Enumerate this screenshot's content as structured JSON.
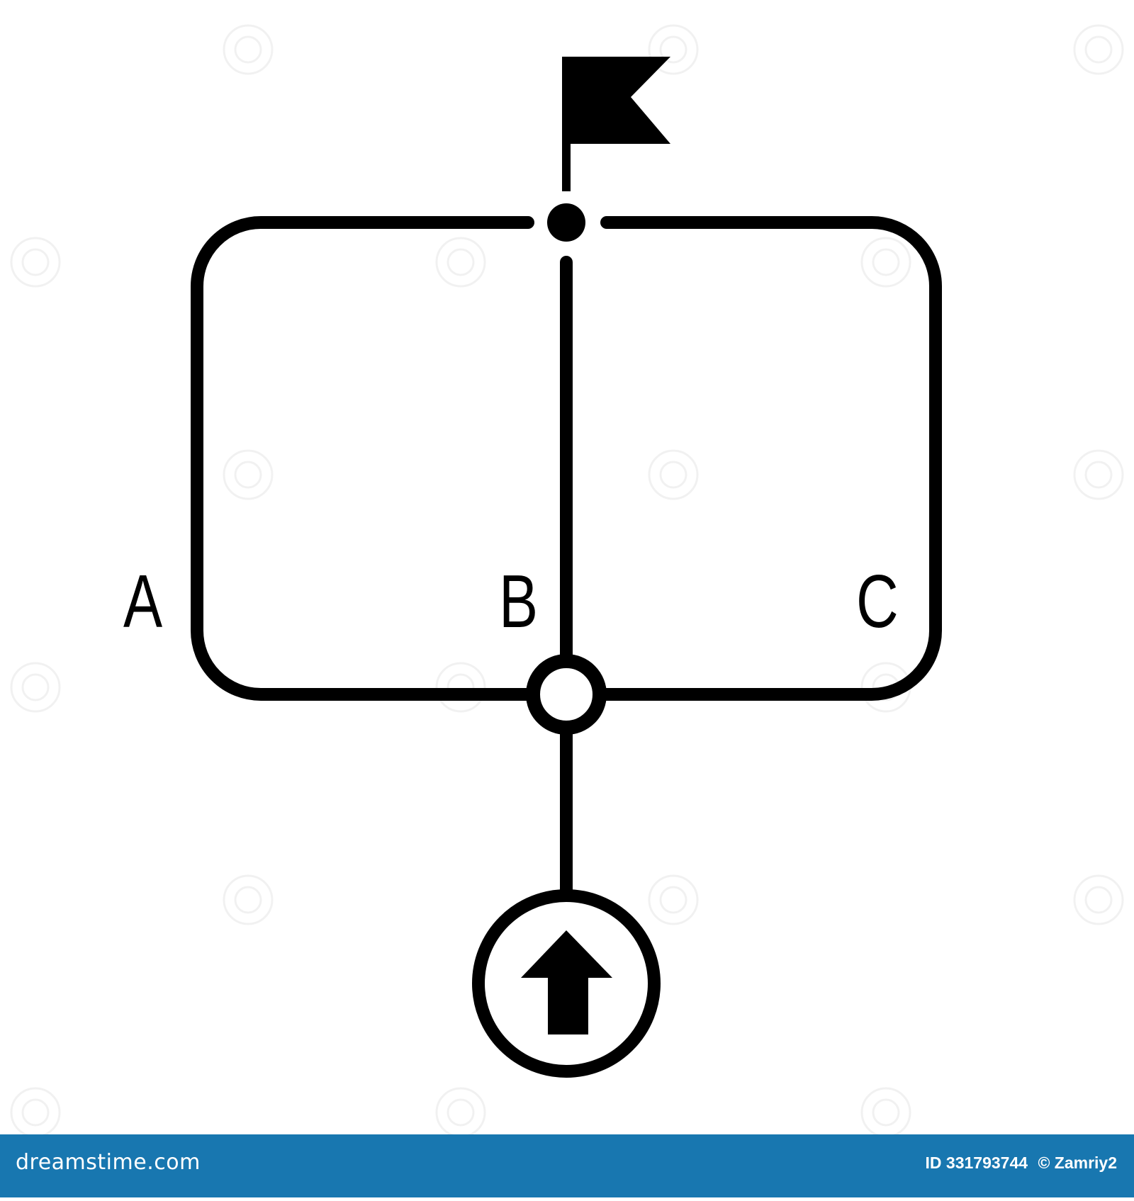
{
  "diagram": {
    "labels": {
      "a": "A",
      "b": "B",
      "c": "C"
    },
    "icons": {
      "goal": "flag-icon",
      "start": "up-arrow-icon",
      "top_junction": "filled-circle-node",
      "bottom_junction": "hollow-circle-node"
    },
    "colors": {
      "stroke": "#000000",
      "background": "#ffffff"
    }
  },
  "footer": {
    "brand": "dreamstime.com",
    "id_label": "ID 331793744",
    "copyright": "© Zamriy2",
    "background": "#1877b0"
  }
}
